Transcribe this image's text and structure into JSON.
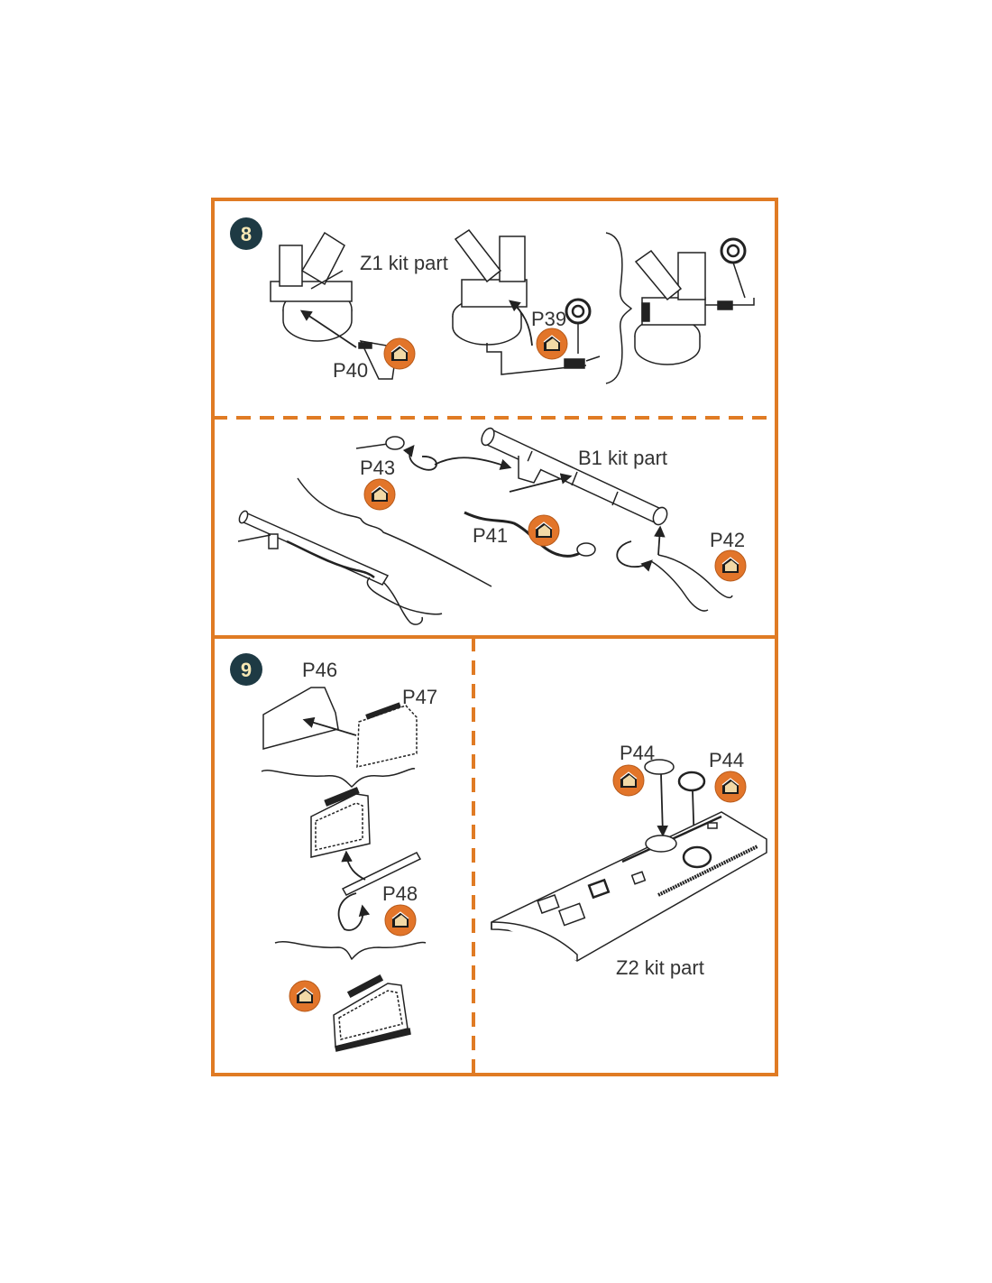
{
  "colors": {
    "frame": "#e07b24",
    "badge": "#1e3a44",
    "ink": "#222222",
    "pe_icon": "#e2752a"
  },
  "icons": {
    "photo_etch": "photo-etch-part-icon"
  },
  "steps": [
    {
      "number": "8"
    },
    {
      "number": "9"
    }
  ],
  "labels": {
    "z1": "Z1 kit part",
    "p39": "P39",
    "p40": "P40",
    "b1": "B1 kit part",
    "p43": "P43",
    "p41": "P41",
    "p42": "P42",
    "p46": "P46",
    "p47": "P47",
    "p48": "P48",
    "p44a": "P44",
    "p44b": "P44",
    "z2": "Z2 kit part"
  }
}
